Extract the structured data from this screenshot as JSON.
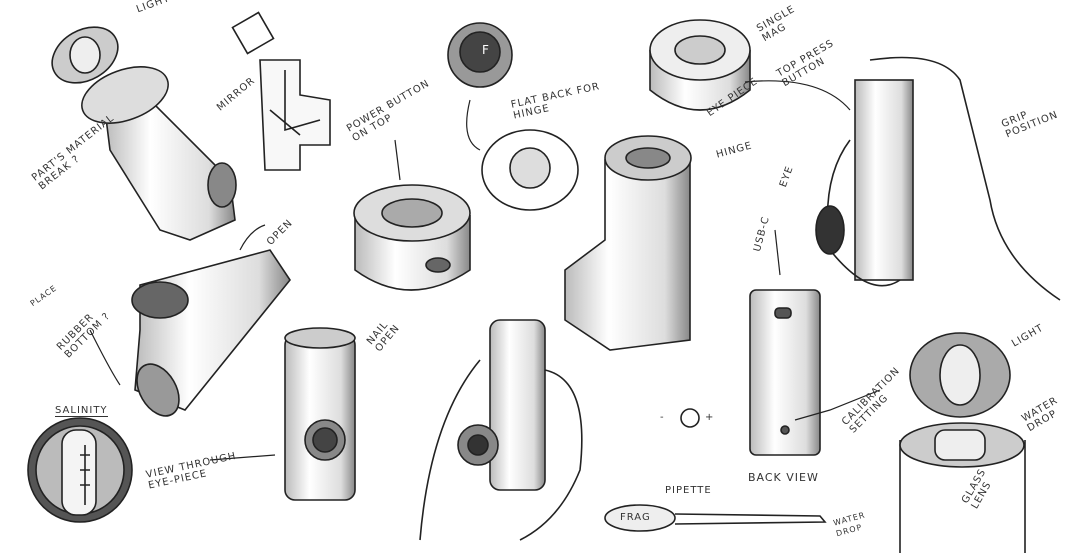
{
  "labels": {
    "light_top": "LIGHT",
    "material_break": "PART'S MATERIAL\nBREAK ?",
    "mirror": "MIRROR",
    "power_button": "POWER BUTTON\nON TOP",
    "flat_back": "FLAT BACK FOR\nHINGE",
    "flat_button_letter": "F",
    "single_mag": "SINGLE\nMAG",
    "eye_piece": "EYE PIECE",
    "top_press": "TOP PRESS\nBUTTON",
    "grip_position": "GRIP\nPOSITION",
    "hinge": "HINGE",
    "eye": "EYE",
    "open": "OPEN",
    "place": "PLACE",
    "rubber_bottom": "RUBBER\nBOTTOM ?",
    "usb_c": "USB-C",
    "nail_open": "NAIL\nOPEN",
    "salinity": "SALINITY",
    "view_through": "VIEW THROUGH\nEYE-PIECE",
    "calibration": "CALIBRATION\nSETTING",
    "back_view": "BACK VIEW",
    "pipette": "PIPETTE",
    "frag": "FRAG",
    "water_drop_pipette": "WATER\nDROP",
    "light_bottom": "LIGHT",
    "water_drop": "WATER\nDROP",
    "glass_lens": "GLASS\nLENS",
    "minus": "-",
    "plus": "+"
  },
  "colors": {
    "ink": "#222222",
    "shade": "#9a9a9a",
    "paper": "#ffffff"
  }
}
